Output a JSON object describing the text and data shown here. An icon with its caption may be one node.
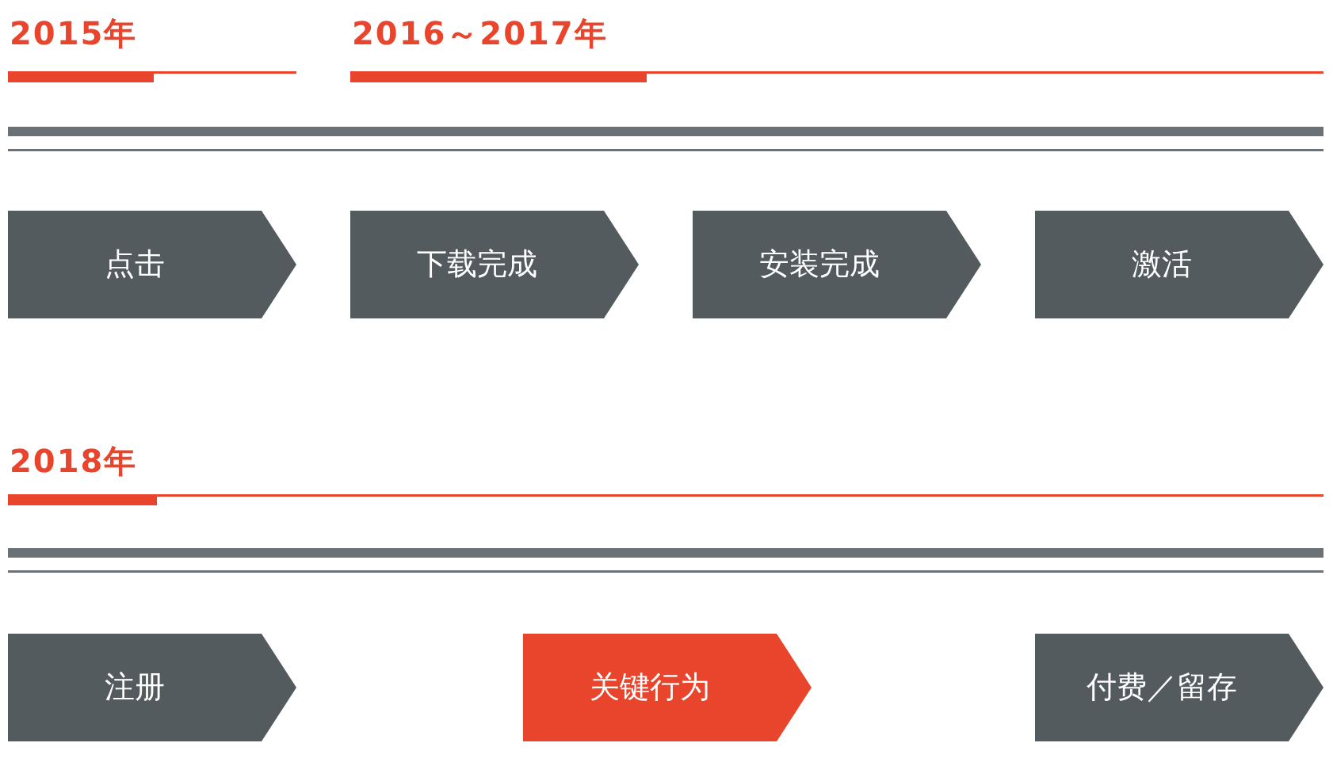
{
  "diagram": {
    "nodes": [
      {
        "text": [
          "点击"
        ]
      },
      {
        "text": [
          "下载完成"
        ]
      },
      {
        "text": [
          "安装完成"
        ]
      },
      {
        "text": [
          "激活"
        ]
      },
      {
        "text": [
          "注册"
        ]
      },
      {
        "text": [
          "关键行为"
        ]
      },
      {
        "text": [
          "付费／留存"
        ]
      }
    ],
    "labels": [
      "2015年",
      "2016～2017年",
      "2018年"
    ]
  }
}
